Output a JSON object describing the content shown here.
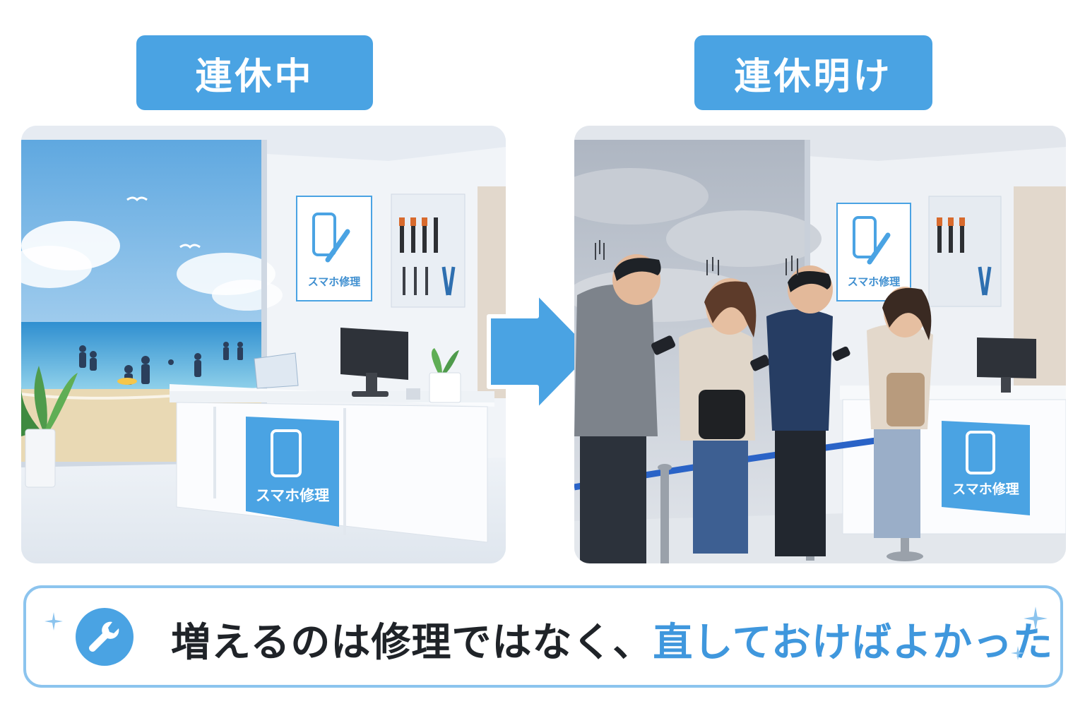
{
  "labels": {
    "left": "連休中",
    "right": "連休明け"
  },
  "left_scene": {
    "sign_text": "スマホ修理",
    "counter_text": "スマホ修理"
  },
  "right_scene": {
    "sign_text": "スマホ修理",
    "counter_text": "スマホ修理"
  },
  "banner": {
    "text_dark": "増えるのは修理ではなく、",
    "text_blue": "直しておけばよかった",
    "icon": "wrench-icon"
  },
  "colors": {
    "accent": "#4aa3e3",
    "banner_border": "#8cc4ee",
    "text_dark": "#1f2328",
    "text_blue": "#3f97dd"
  }
}
